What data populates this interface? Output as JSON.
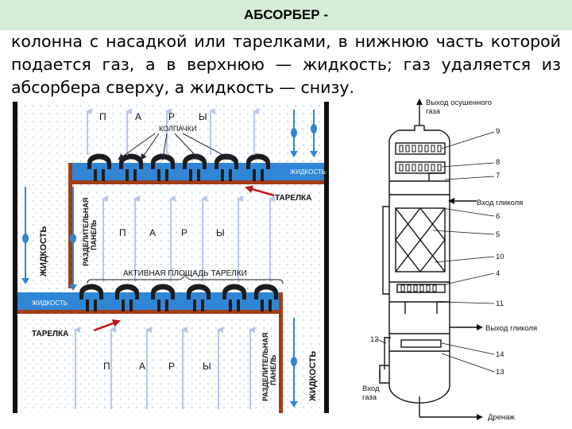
{
  "slide": {
    "title": "АБСОРБЕР -",
    "body_lines": [
      "колонна с насадкой или тарелками, в нижнюю часть которой",
      "подается газ, а в верхнюю — жидкость; газ удаляется из",
      "абсорбера сверху, а жидкость — снизу."
    ]
  },
  "left_diagram": {
    "vapor_top_letters": [
      "П",
      "А",
      "Р",
      "Ы"
    ],
    "caps_label": "КОЛПАЧКИ",
    "liquid_label_top": "ЖИДКОСТЬ",
    "tray_label_top": "ТАРЕЛКА",
    "divider_panel_label_1": "РАЗДЕЛИТЕЛЬНАЯ",
    "divider_panel_label_2": "ПАНЕЛЬ",
    "liquid_vertical_left": "ЖИДКОСТЬ",
    "vapor_mid_letters": [
      "П",
      "А",
      "Р",
      "Ы"
    ],
    "active_area_label": "АКТИВНАЯ ПЛОЩАДЬ ТАРЕЛКИ",
    "liquid_label_bottom": "ЖИДКОСТЬ",
    "tray_label_bottom": "ТАРЕЛКА",
    "vapor_bottom_letters": [
      "П",
      "А",
      "Р",
      "Ы"
    ],
    "liquid_vertical_right": "ЖИДКОСТЬ",
    "colors": {
      "liquid": "#2f86d6",
      "tray": "#a23e14",
      "vapor_arrow": "#b9c8e6",
      "red_arrow": "#c4161c"
    }
  },
  "right_diagram": {
    "gas_out_line1": "Выход осушенного",
    "gas_out_line2": "газа",
    "glycol_in": "Вход гликоля",
    "glycol_out": "Выход гликоля",
    "gas_in_line1": "Вход",
    "gas_in_line2": "газа",
    "drain": "Дренаж",
    "numbers": [
      "9",
      "8",
      "7",
      "6",
      "5",
      "10",
      "4",
      "11",
      "12",
      "14",
      "13"
    ]
  }
}
